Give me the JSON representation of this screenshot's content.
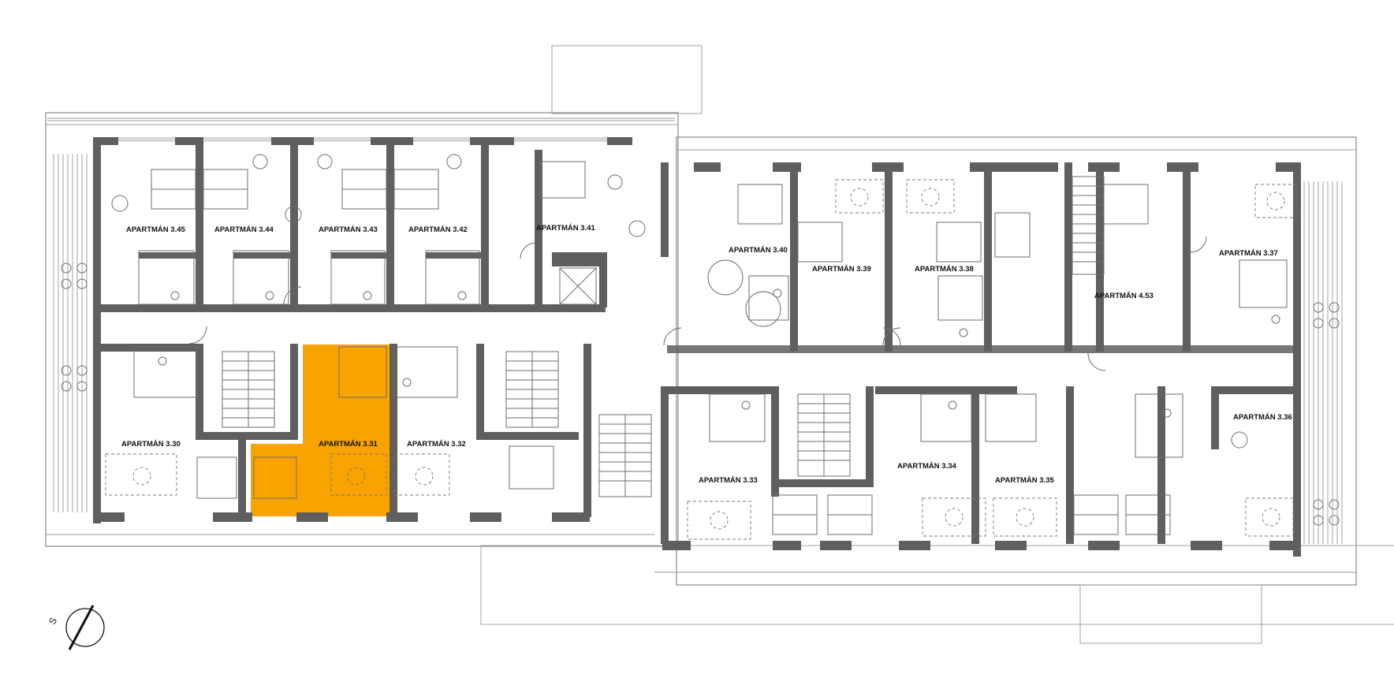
{
  "plan": {
    "highlight_color": "#f8a300",
    "wall_color": "#5f5f5f",
    "compass_letter": "S",
    "apartments": [
      {
        "id": "a345",
        "label": "APARTMÁN 3.45"
      },
      {
        "id": "a344",
        "label": "APARTMÁN 3.44"
      },
      {
        "id": "a343",
        "label": "APARTMÁN 3.43"
      },
      {
        "id": "a342",
        "label": "APARTMÁN 3.42"
      },
      {
        "id": "a341",
        "label": "APARTMÁN 3.41"
      },
      {
        "id": "a340",
        "label": "APARTMÁN 3.40"
      },
      {
        "id": "a339",
        "label": "APARTMÁN 3.39"
      },
      {
        "id": "a338",
        "label": "APARTMÁN 3.38"
      },
      {
        "id": "a453",
        "label": "APARTMÁN 4.53"
      },
      {
        "id": "a337",
        "label": "APARTMÁN 3.37"
      },
      {
        "id": "a330",
        "label": "APARTMÁN 3.30"
      },
      {
        "id": "a331",
        "label": "APARTMÁN 3.31"
      },
      {
        "id": "a332",
        "label": "APARTMÁN 3.32"
      },
      {
        "id": "a333",
        "label": "APARTMÁN 3.33"
      },
      {
        "id": "a334",
        "label": "APARTMÁN 3.34"
      },
      {
        "id": "a335",
        "label": "APARTMÁN 3.35"
      },
      {
        "id": "a336",
        "label": "APARTMÁN 3.36"
      }
    ],
    "highlighted_apartment": "APARTMÁN 3.31"
  }
}
